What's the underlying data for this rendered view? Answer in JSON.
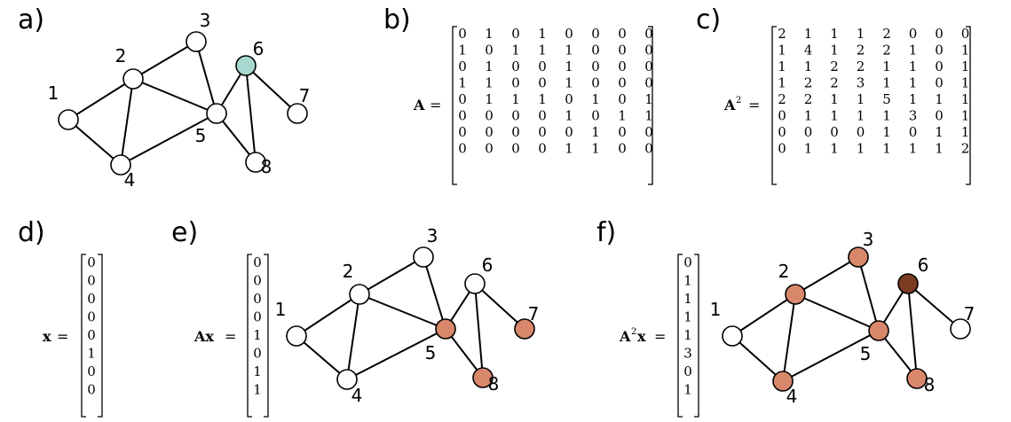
{
  "panels": [
    {
      "label": "a)",
      "graph": true,
      "colors": {}
    },
    {
      "label": "b)"
    },
    {
      "label": "c)"
    },
    {
      "label": "d)"
    },
    {
      "label": "e)",
      "graph": true
    },
    {
      "label": "f)",
      "graph": true
    }
  ],
  "graph": {
    "nodes": [
      "1",
      "2",
      "3",
      "4",
      "5",
      "6",
      "7",
      "8"
    ],
    "edges": [
      [
        1,
        2
      ],
      [
        1,
        4
      ],
      [
        2,
        3
      ],
      [
        2,
        4
      ],
      [
        2,
        5
      ],
      [
        3,
        5
      ],
      [
        4,
        5
      ],
      [
        5,
        6
      ],
      [
        5,
        8
      ],
      [
        6,
        7
      ],
      [
        6,
        8
      ]
    ]
  },
  "matrices": {
    "A": {
      "lhs": "A",
      "eq": "=",
      "rows": [
        [
          "0",
          "1",
          "0",
          "1",
          "0",
          "0",
          "0",
          "0"
        ],
        [
          "1",
          "0",
          "1",
          "1",
          "1",
          "0",
          "0",
          "0"
        ],
        [
          "0",
          "1",
          "0",
          "0",
          "1",
          "0",
          "0",
          "0"
        ],
        [
          "1",
          "1",
          "0",
          "0",
          "1",
          "0",
          "0",
          "0"
        ],
        [
          "0",
          "1",
          "1",
          "1",
          "0",
          "1",
          "0",
          "1"
        ],
        [
          "0",
          "0",
          "0",
          "0",
          "1",
          "0",
          "1",
          "1"
        ],
        [
          "0",
          "0",
          "0",
          "0",
          "0",
          "1",
          "0",
          "0"
        ],
        [
          "0",
          "0",
          "0",
          "0",
          "1",
          "1",
          "0",
          "0"
        ]
      ]
    },
    "A2": {
      "lhs": "A",
      "sup": "2",
      "eq": "=",
      "rows": [
        [
          "2",
          "1",
          "1",
          "1",
          "2",
          "0",
          "0",
          "0"
        ],
        [
          "1",
          "4",
          "1",
          "2",
          "2",
          "1",
          "0",
          "1"
        ],
        [
          "1",
          "1",
          "2",
          "2",
          "1",
          "1",
          "0",
          "1"
        ],
        [
          "1",
          "2",
          "2",
          "3",
          "1",
          "1",
          "0",
          "1"
        ],
        [
          "2",
          "2",
          "1",
          "1",
          "5",
          "1",
          "1",
          "1"
        ],
        [
          "0",
          "1",
          "1",
          "1",
          "1",
          "3",
          "0",
          "1"
        ],
        [
          "0",
          "0",
          "0",
          "0",
          "1",
          "0",
          "1",
          "1"
        ],
        [
          "0",
          "1",
          "1",
          "1",
          "1",
          "1",
          "1",
          "2"
        ]
      ]
    },
    "x": {
      "lhs": "x",
      "eq": "=",
      "values": [
        "0",
        "0",
        "0",
        "0",
        "0",
        "1",
        "0",
        "0"
      ]
    },
    "Ax": {
      "lhs": "Ax",
      "eq": "=",
      "values": [
        "0",
        "0",
        "0",
        "0",
        "1",
        "0",
        "1",
        "1"
      ]
    },
    "A2x": {
      "lhs": "A",
      "sup": "2",
      "lhs2": "x",
      "eq": "=",
      "values": [
        "0",
        "1",
        "1",
        "1",
        "1",
        "3",
        "0",
        "1"
      ]
    }
  },
  "colors": {
    "edge": "#000000",
    "node_fill": "#ffffff",
    "teal": "#a8d8d0",
    "orange": "#d9876a",
    "dark_brown": "#7a3b22"
  },
  "node_colors": {
    "a": {
      "6": "teal"
    },
    "e": {
      "5": "orange",
      "7": "orange",
      "8": "orange"
    },
    "f": {
      "2": "orange",
      "3": "orange",
      "4": "orange",
      "5": "orange",
      "6": "dark_brown",
      "8": "orange"
    }
  }
}
